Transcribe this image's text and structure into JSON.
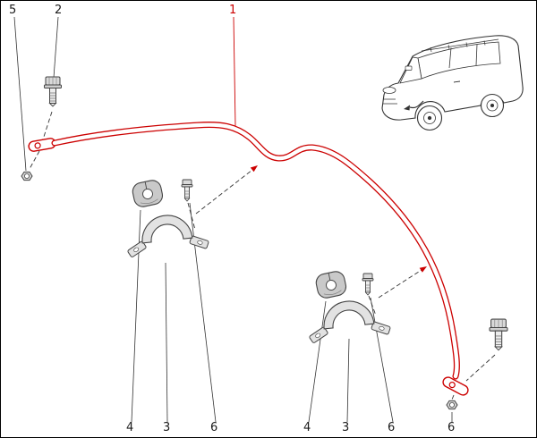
{
  "diagram": {
    "colors": {
      "highlight": "#cc0000",
      "line": "#333333",
      "metal_fill": "#d9d9d9"
    },
    "callouts": {
      "top": [
        {
          "label": "5"
        },
        {
          "label": "2"
        },
        {
          "label": "1",
          "highlighted": true
        }
      ],
      "bottom": [
        {
          "label": "4"
        },
        {
          "label": "3"
        },
        {
          "label": "6"
        },
        {
          "label": "4"
        },
        {
          "label": "3"
        },
        {
          "label": "6"
        },
        {
          "label": "6"
        }
      ]
    }
  }
}
